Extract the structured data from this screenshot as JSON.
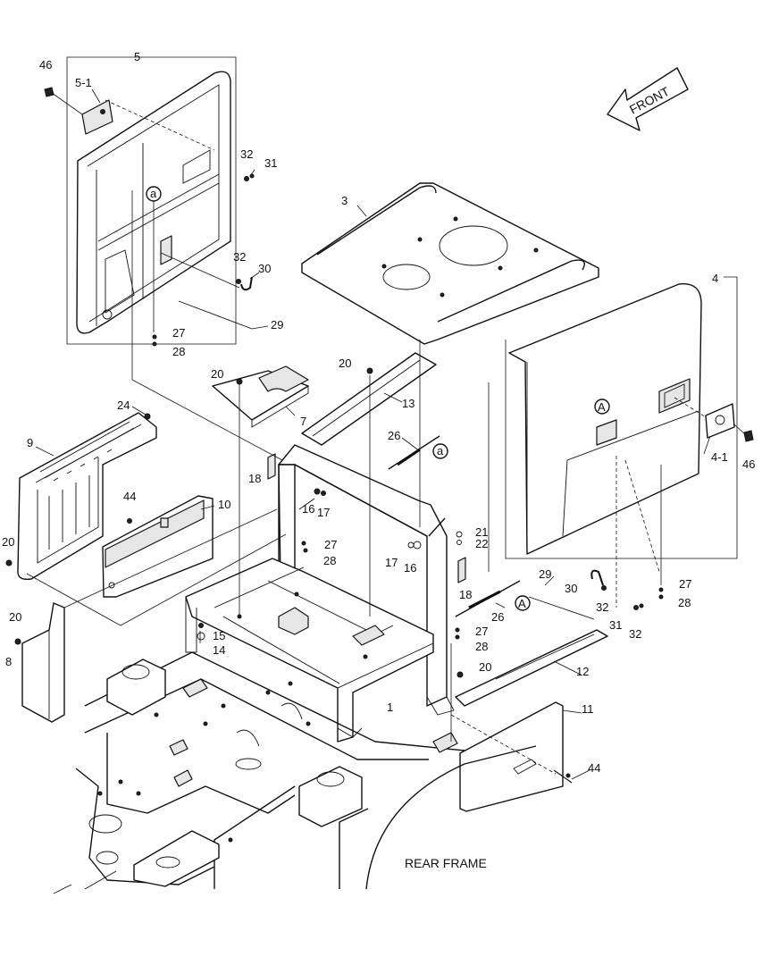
{
  "direction": "FRONT",
  "frame_label": "REAR FRAME",
  "callouts": {
    "c1": "1",
    "c3": "3",
    "c4": "4",
    "c4_1": "4-1",
    "c5": "5",
    "c5_1": "5-1",
    "c7": "7",
    "c8": "8",
    "c9": "9",
    "c10": "10",
    "c11": "11",
    "c12": "12",
    "c13": "13",
    "c14": "14",
    "c15": "15",
    "c16a": "16",
    "c16b": "16",
    "c17a": "17",
    "c17b": "17",
    "c18a": "18",
    "c18b": "18",
    "c20a": "20",
    "c20b": "20",
    "c20c": "20",
    "c20d": "20",
    "c20e": "20",
    "c21": "21",
    "c22": "22",
    "c24": "24",
    "c26a": "26",
    "c26b": "26",
    "c27a": "27",
    "c27b": "27",
    "c27c": "27",
    "c27d": "27",
    "c28a": "28",
    "c28b": "28",
    "c28c": "28",
    "c28d": "28",
    "c29a": "29",
    "c29b": "29",
    "c30a": "30",
    "c30b": "30",
    "c31a": "31",
    "c31b": "31",
    "c32a": "32",
    "c32b": "32",
    "c32c": "32",
    "c32d": "32",
    "c44a": "44",
    "c44b": "44",
    "c46a": "46",
    "c46b": "46"
  },
  "markers": {
    "ref_a1": "a",
    "ref_a2": "a",
    "ref_A1": "A",
    "ref_A2": "A"
  }
}
